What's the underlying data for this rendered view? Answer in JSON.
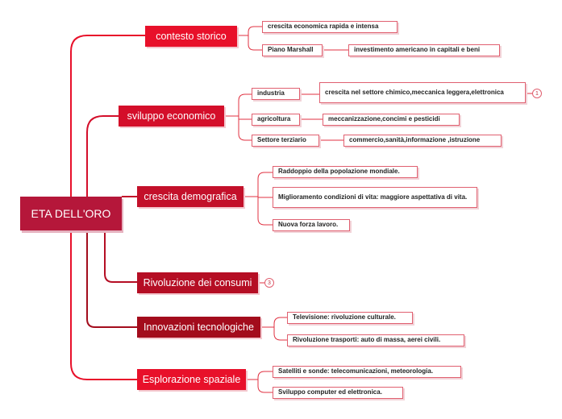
{
  "root": {
    "label": "ETA DELL'ORO"
  },
  "branches": {
    "b1": {
      "label": "contesto storico",
      "color": "#e8102a"
    },
    "b2": {
      "label": "sviluppo economico",
      "color": "#d40e2a"
    },
    "b3": {
      "label": "crescita demografica",
      "color": "#c3102a"
    },
    "b4": {
      "label": "Rivoluzione dei consumi",
      "color": "#b50e24"
    },
    "b5": {
      "label": "Innovazioni tecnologiche",
      "color": "#a30c1c"
    },
    "b6": {
      "label": "Esplorazione spaziale",
      "color": "#e8102a"
    }
  },
  "topics": {
    "t1": "crescita economica rapida e intensa",
    "t2": "Piano Marshall",
    "t2a": "investimento americano in capitali e beni",
    "t3": "industria",
    "t3a": "crescita nel settore chimico,meccanica leggera,elettronica",
    "t4": "agricoltura",
    "t4a": "meccanizzazione,concimi e pesticidi",
    "t5": "Settore terziario",
    "t5a": "commercio,sanità,informazione ,istruzione",
    "t6": "Raddoppio della popolazione mondiale.",
    "t7": "Miglioramento condizioni di vita: maggiore aspettativa di vita.",
    "t8": "Nuova forza lavoro.",
    "t9": "Televisione: rivoluzione culturale.",
    "t10": "Rivoluzione trasporti: auto di massa, aerei civili.",
    "t11": "Satelliti e sonde: telecomunicazioni, meteorologia.",
    "t12": "Sviluppo computer ed elettronica."
  },
  "badges": {
    "industria": "1",
    "consumi": "3"
  },
  "colors": {
    "line": "#e03040",
    "leaf_border": "#e06070"
  }
}
